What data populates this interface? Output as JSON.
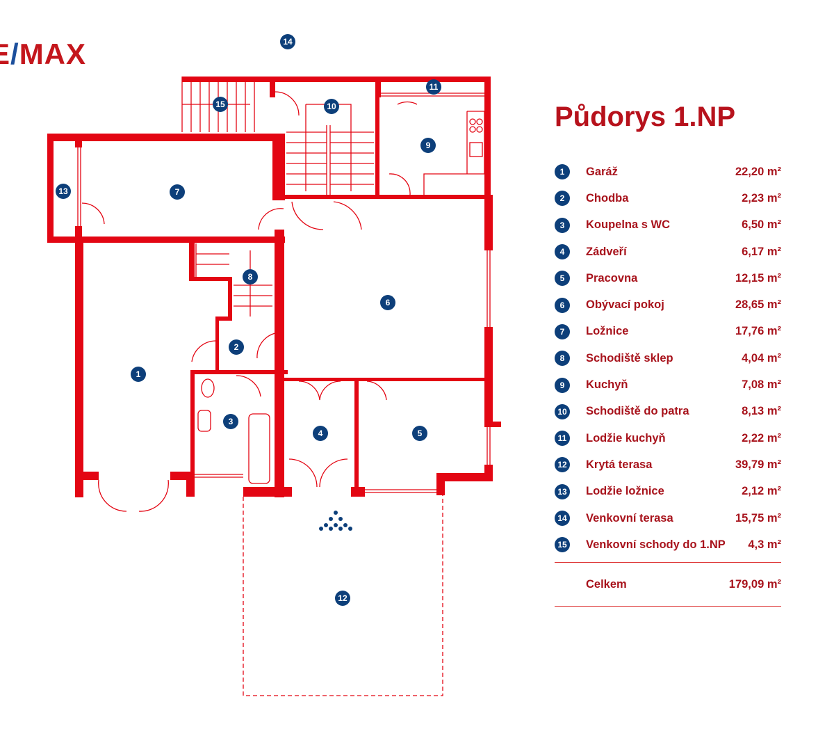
{
  "logo": {
    "text_left": "E",
    "text_slash": "/",
    "text_right": "MAX"
  },
  "title": "Půdorys 1.NP",
  "rooms": [
    {
      "num": "1",
      "name": "Garáž",
      "area": "22,20 m²"
    },
    {
      "num": "2",
      "name": "Chodba",
      "area": "2,23 m²"
    },
    {
      "num": "3",
      "name": "Koupelna s WC",
      "area": "6,50 m²"
    },
    {
      "num": "4",
      "name": "Zádveří",
      "area": "6,17 m²"
    },
    {
      "num": "5",
      "name": "Pracovna",
      "area": "12,15 m²"
    },
    {
      "num": "6",
      "name": "Obývací pokoj",
      "area": "28,65 m²"
    },
    {
      "num": "7",
      "name": "Ložnice",
      "area": "17,76 m²"
    },
    {
      "num": "8",
      "name": "Schodiště sklep",
      "area": "4,04 m²"
    },
    {
      "num": "9",
      "name": "Kuchyň",
      "area": "7,08 m²"
    },
    {
      "num": "10",
      "name": "Schodiště do patra",
      "area": "8,13 m²"
    },
    {
      "num": "11",
      "name": "Lodžie kuchyň",
      "area": "2,22 m²"
    },
    {
      "num": "12",
      "name": "Krytá terasa",
      "area": "39,79 m²"
    },
    {
      "num": "13",
      "name": "Lodžie ložnice",
      "area": "2,12 m²"
    },
    {
      "num": "14",
      "name": "Venkovní terasa",
      "area": "15,75 m²"
    },
    {
      "num": "15",
      "name": "Venkovní schody do 1.NP",
      "area": "4,3 m²"
    }
  ],
  "total": {
    "label": "Celkem",
    "area": "179,09 m²"
  },
  "colors": {
    "wall": "#e30613",
    "text": "#a8131c",
    "badge": "#0d3f7a"
  }
}
